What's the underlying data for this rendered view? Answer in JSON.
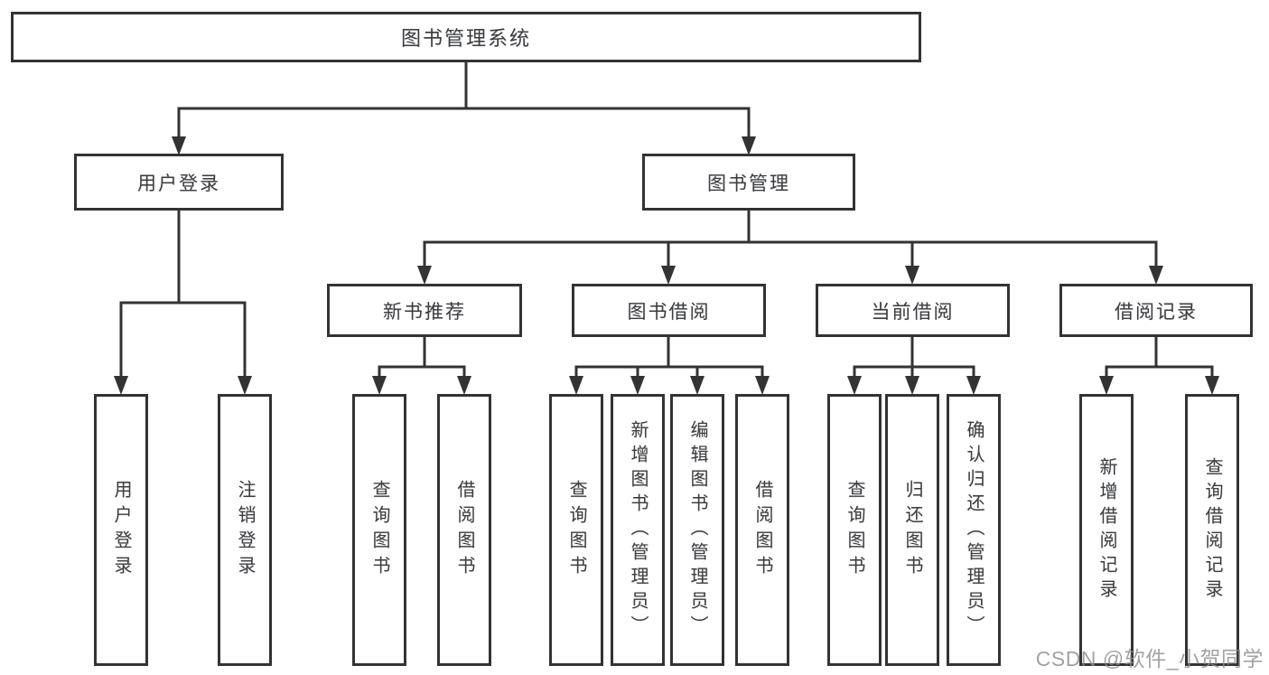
{
  "diagram": {
    "title_node": "图书管理系统",
    "tree": {
      "root": {
        "label": "图书管理系统"
      },
      "branches": [
        {
          "label": "用户登录",
          "children": [
            {
              "label": "用户登录"
            },
            {
              "label": "注销登录"
            }
          ]
        },
        {
          "label": "图书管理",
          "sections": [
            {
              "label": "新书推荐",
              "children": [
                {
                  "label": "查询图书"
                },
                {
                  "label": "借阅图书"
                }
              ]
            },
            {
              "label": "图书借阅",
              "children": [
                {
                  "label": "查询图书"
                },
                {
                  "label": "新增图书（管理员）"
                },
                {
                  "label": "编辑图书（管理员）"
                },
                {
                  "label": "借阅图书"
                }
              ]
            },
            {
              "label": "当前借阅",
              "children": [
                {
                  "label": "查询图书"
                },
                {
                  "label": "归还图书"
                },
                {
                  "label": "确认归还（管理员）"
                }
              ]
            },
            {
              "label": "借阅记录",
              "children": [
                {
                  "label": "新增借阅记录"
                },
                {
                  "label": "查询借阅记录"
                }
              ]
            }
          ]
        }
      ]
    },
    "colors": {
      "line": "#333333",
      "box_border": "#333333",
      "box_fill": "#ffffff",
      "text": "#3d3d3d",
      "background": "#ffffff",
      "watermark": "#8e8e8e"
    }
  },
  "watermark": {
    "text": "CSDN @软件_小贺同学"
  }
}
